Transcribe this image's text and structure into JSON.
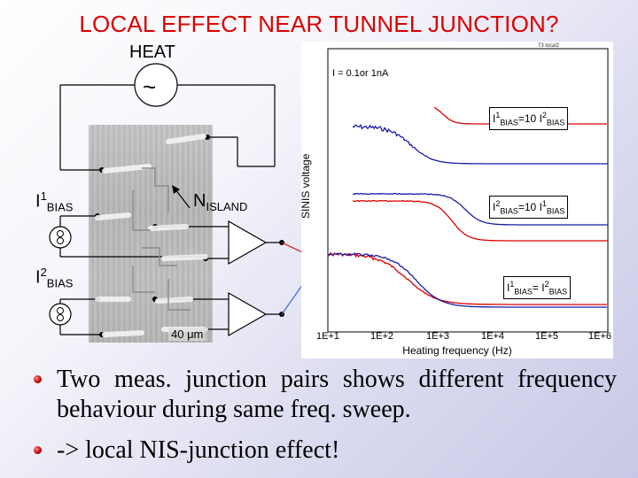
{
  "title": "LOCAL EFFECT NEAR TUNNEL JUNCTION?",
  "heat_label": "HEAT",
  "heat_source_symbol": "~",
  "bias1": {
    "main": "I",
    "sup": "1",
    "sub": "BIAS"
  },
  "bias2": {
    "main": "I",
    "sup": "2",
    "sub": "BIAS"
  },
  "island": {
    "main": "N",
    "sub": "ISLAND"
  },
  "scale_bar": "40 μm",
  "plot": {
    "corner_tag": "73 local2",
    "current_note": "I = 0.1or 1nA",
    "ylabel": "SINIS voltage",
    "xlabel": "Heating frequency (Hz)",
    "x_ticks": [
      "1E+1",
      "1E+2",
      "1E+3",
      "1E+4",
      "1E+5",
      "1E+6"
    ],
    "legend1": {
      "a": "I",
      "a_sup": "1",
      "a_sub": "BIAS",
      "mid": "=10 I",
      "b_sup": "2",
      "b_sub": "BIAS"
    },
    "legend2": {
      "a": "I",
      "a_sup": "2",
      "a_sub": "BIAS",
      "mid": "=10 I",
      "b_sup": "1",
      "b_sub": "BIAS"
    },
    "legend3": {
      "a": "I",
      "a_sup": "1",
      "a_sub": "BIAS",
      "mid": "= I",
      "b_sup": "2",
      "b_sub": "BIAS"
    }
  },
  "colors": {
    "title": "#dd0000",
    "red_trace": "#dd0000",
    "blue_trace": "#1a1aaa",
    "bullet": "#c00000"
  },
  "bullets": [
    "Two meas. junction pairs shows different frequency behaviour during same freq. sweep.",
    "-> local NIS-junction effect!"
  ]
}
